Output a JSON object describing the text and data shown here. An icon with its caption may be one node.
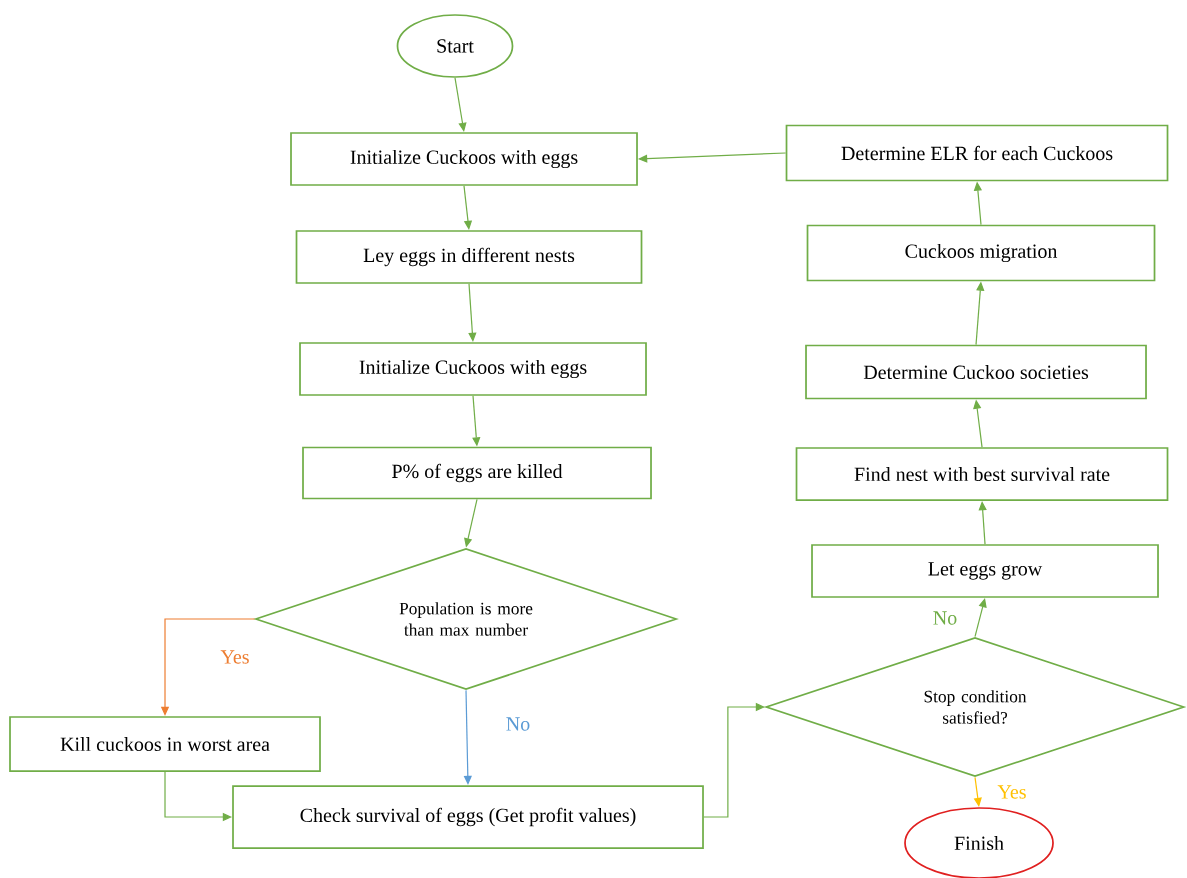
{
  "diagram": {
    "nodes": [
      {
        "text": [
          "Start"
        ]
      },
      {
        "text": [
          "Initialize Cuckoos with eggs"
        ]
      },
      {
        "text": [
          "Ley eggs in different nests"
        ]
      },
      {
        "text": [
          "Initialize Cuckoos with eggs"
        ]
      },
      {
        "text": [
          "P% of eggs are killed"
        ]
      },
      {
        "text": [
          "Population is more than max number"
        ]
      },
      {
        "text": [
          "Kill cuckoos in worst area"
        ]
      },
      {
        "text": [
          "Check survival of eggs (Get profit values)"
        ]
      },
      {
        "text": [
          "Stop condition satisfied?"
        ]
      },
      {
        "text": [
          "Finish"
        ]
      },
      {
        "text": [
          "Let eggs grow"
        ]
      },
      {
        "text": [
          "Find nest with best survival rate"
        ]
      },
      {
        "text": [
          "Determine Cuckoo societies"
        ]
      },
      {
        "text": [
          "Cuckoos migration"
        ]
      },
      {
        "text": [
          "Determine ELR for each Cuckoos"
        ]
      }
    ],
    "edges": [
      {
        "from": 0,
        "to": 1,
        "arrow": "to"
      },
      {
        "from": 1,
        "to": 2,
        "arrow": "to"
      },
      {
        "from": 2,
        "to": 3,
        "arrow": "to"
      },
      {
        "from": 3,
        "to": 4,
        "arrow": "to"
      },
      {
        "from": 4,
        "to": 5,
        "arrow": "to"
      },
      {
        "from": 5,
        "to": 6,
        "arrow": "to",
        "label": "Yes",
        "color": "#ed7d31"
      },
      {
        "from": 5,
        "to": 7,
        "arrow": "to",
        "label": "No",
        "color": "#5b9bd5"
      },
      {
        "from": 6,
        "to": 7,
        "arrow": "to"
      },
      {
        "from": 7,
        "to": 8,
        "arrow": "to"
      },
      {
        "from": 8,
        "to": 10,
        "arrow": "to",
        "label": "No"
      },
      {
        "from": 8,
        "to": 9,
        "arrow": "to",
        "label": "Yes",
        "color": "#ffc000"
      },
      {
        "from": 10,
        "to": 11,
        "arrow": "to"
      },
      {
        "from": 11,
        "to": 12,
        "arrow": "to"
      },
      {
        "from": 12,
        "to": 13,
        "arrow": "to"
      },
      {
        "from": 13,
        "to": 14,
        "arrow": "to"
      },
      {
        "from": 14,
        "to": 1,
        "arrow": "to"
      }
    ]
  }
}
